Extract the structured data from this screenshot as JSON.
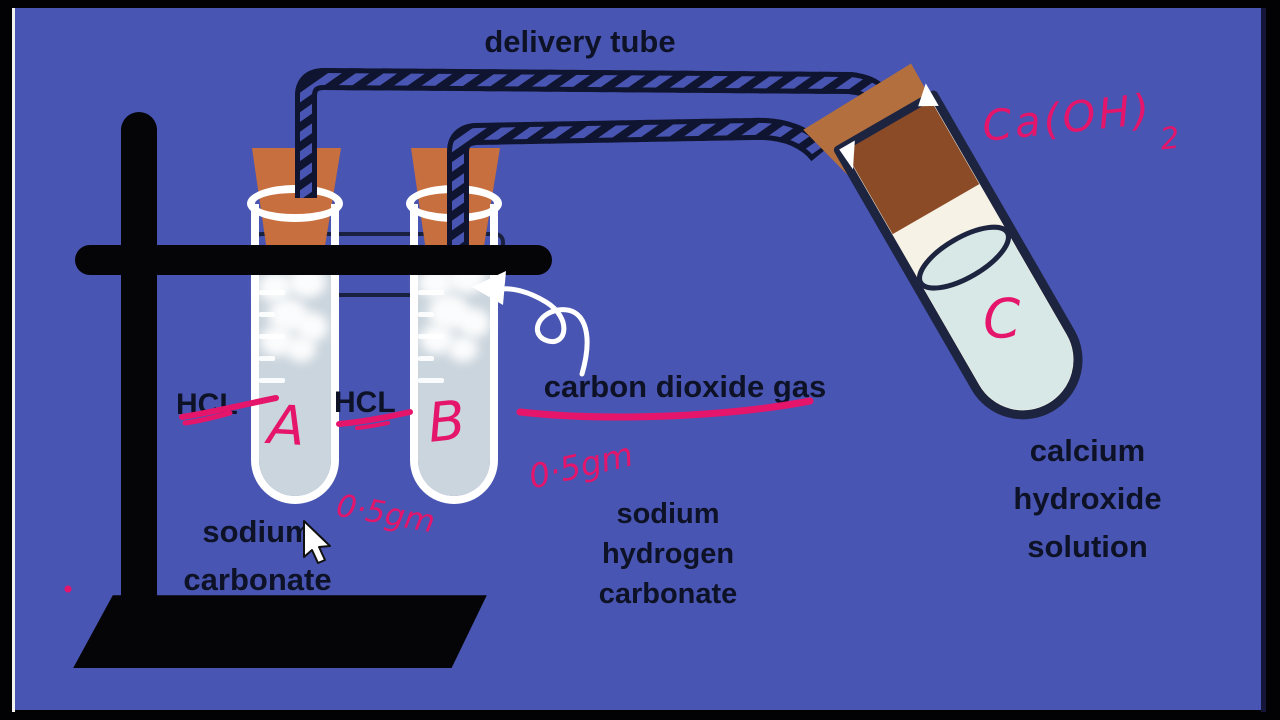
{
  "scene": {
    "background_color": "#4955b2",
    "ink_pink": "#e5156b",
    "text_color": "#0e1226",
    "cork_color": "#c76f3e",
    "cork_c_outer": "#b46f3e",
    "cork_c_inner": "#8a4b26",
    "liquid_ab_color": "#cbd5dd",
    "liquid_c_color": "#d8e8e7",
    "glass_c_fill": "#f7f2e6"
  },
  "labels": {
    "delivery_tube": "delivery tube",
    "hcl_a": "HCL",
    "hcl_b": "HCL",
    "carbon_dioxide_gas": "carbon dioxide gas",
    "sodium_carbonate": [
      "sodium",
      "carbonate"
    ],
    "sodium_hydrogen_carbonate": [
      "sodium",
      "hydrogen",
      "carbonate"
    ],
    "calcium_hydroxide_solution": [
      "calcium",
      "hydroxide",
      "solution"
    ]
  },
  "handwritten": {
    "tube_a_letter": "A",
    "tube_b_letter": "B",
    "tube_c_letter": "C",
    "formula_main": "Ca(OH)",
    "formula_subscript": "2",
    "amount_near_tube_a": "0·5gm",
    "amount_near_shc": "0·5gm"
  }
}
